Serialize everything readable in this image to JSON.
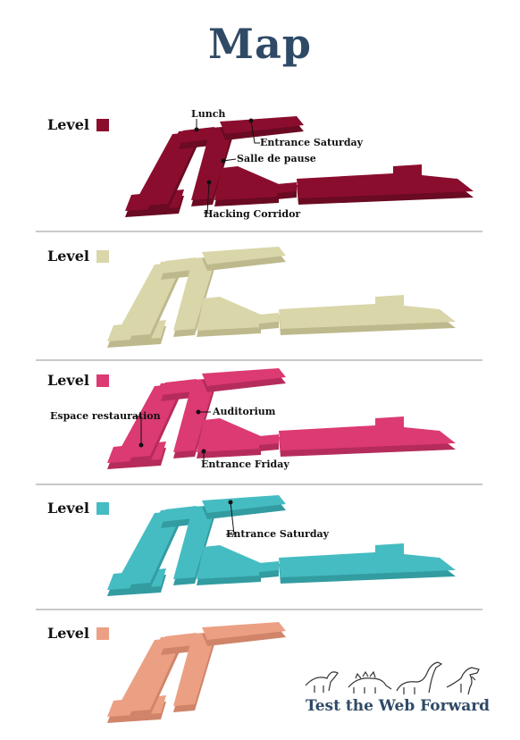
{
  "title": "Map",
  "levels": [
    {
      "label": "Level",
      "color": "#8b0d2e",
      "side": "#6a0a23",
      "callouts": [
        "Lunch",
        "Entrance Saturday",
        "Salle de pause",
        "Hacking Corridor"
      ]
    },
    {
      "label": "Level",
      "color": "#d9d6a9",
      "side": "#bdb98c",
      "callouts": []
    },
    {
      "label": "Level",
      "color": "#dc3a72",
      "side": "#b52c5c",
      "callouts": [
        "Espace restauration",
        "Auditorium",
        "Entrance Friday"
      ]
    },
    {
      "label": "Level",
      "color": "#45bcc2",
      "side": "#329ca1",
      "callouts": [
        "Entrance Saturday"
      ]
    },
    {
      "label": "Level",
      "color": "#eca083",
      "side": "#d0846a",
      "callouts": []
    }
  ],
  "footer": {
    "brand": "Test the Web Forward",
    "brand_color": "#2f4a66"
  }
}
